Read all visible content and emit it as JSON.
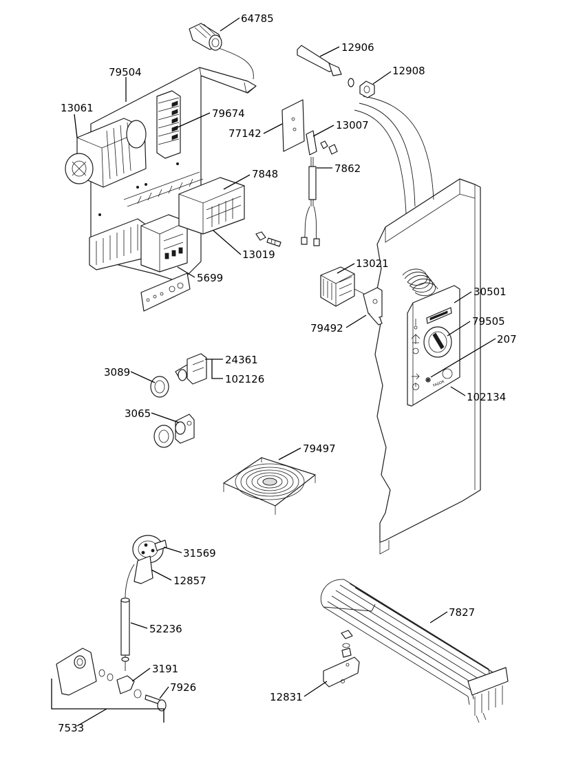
{
  "parts": {
    "p64785": "64785",
    "p79504": "79504",
    "p13061": "13061",
    "p79674": "79674",
    "p12906": "12906",
    "p12908": "12908",
    "p77142": "77142",
    "p13007": "13007",
    "p7862": "7862",
    "p7848": "7848",
    "p13019": "13019",
    "p5699": "5699",
    "p13021": "13021",
    "p30501": "30501",
    "p79492": "79492",
    "p79505": "79505",
    "p207": "207",
    "p102134": "102134",
    "p24361": "24361",
    "p102126": "102126",
    "p3089": "3089",
    "p3065": "3065",
    "p79497": "79497",
    "p31569": "31569",
    "p12857": "12857",
    "p52236": "52236",
    "p7827": "7827",
    "p3191": "3191",
    "p7926": "7926",
    "p12831": "12831",
    "p7533": "7533"
  },
  "panel": {
    "brand": "FAGOR"
  },
  "icons": [
    "thermometer-icon",
    "dishwasher-arm-icon",
    "circle-icon",
    "arrow-icon",
    "power-icon"
  ]
}
